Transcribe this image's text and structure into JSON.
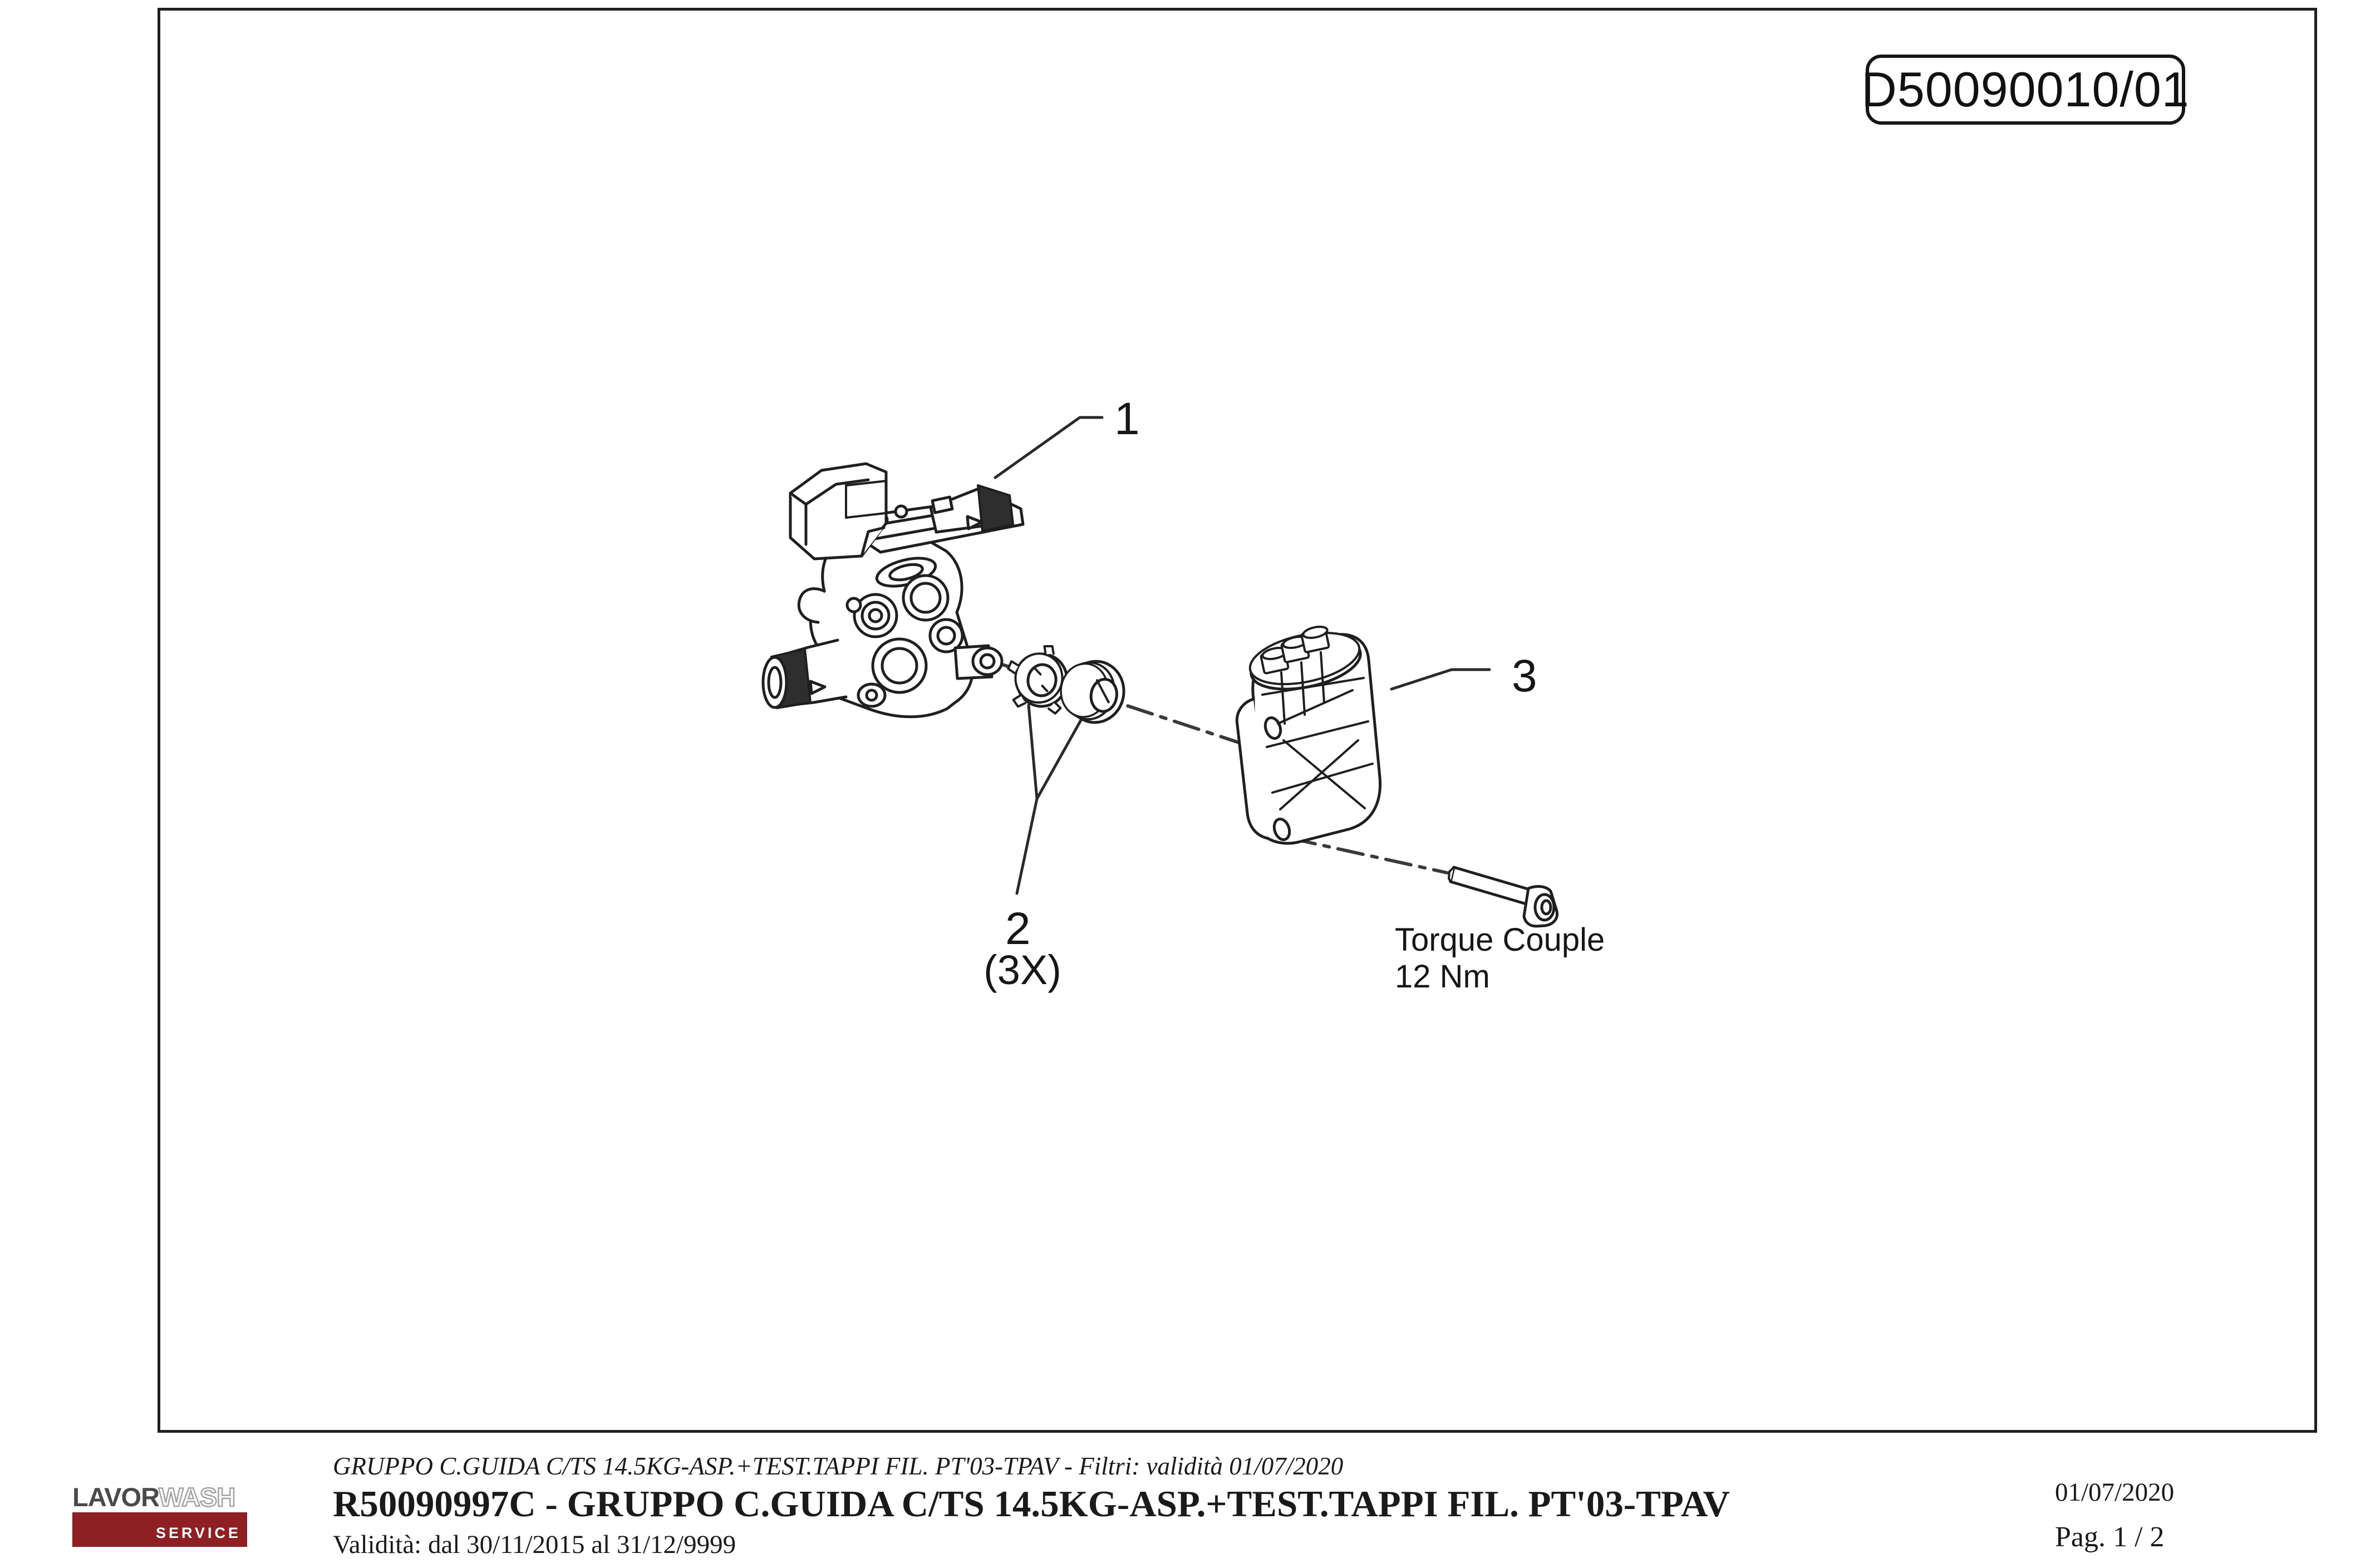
{
  "header": {
    "drawing_number": "D50090010/01"
  },
  "callouts": {
    "part1": "1",
    "part2": "2",
    "part2_qty": "(3X)",
    "part3": "3",
    "torque_line1": "Torque Couple",
    "torque_line2": "12 Nm"
  },
  "footer": {
    "title_italic": "GRUPPO C.GUIDA C/TS 14.5KG-ASP.+TEST.TAPPI FIL. PT'03-TPAV - Filtri: validità 01/07/2020",
    "title_bold": "R50090997C - GRUPPO C.GUIDA C/TS 14.5KG-ASP.+TEST.TAPPI FIL. PT'03-TPAV",
    "validity": "Validità: dal 30/11/2015 al 31/12/9999",
    "date": "01/07/2020",
    "page": "Pag. 1 / 2",
    "logo": {
      "word1": "LAVOR",
      "word2": "WASH",
      "word3": "SERVICE",
      "red": "#8e2023",
      "gray": "#4a4a4d"
    }
  }
}
